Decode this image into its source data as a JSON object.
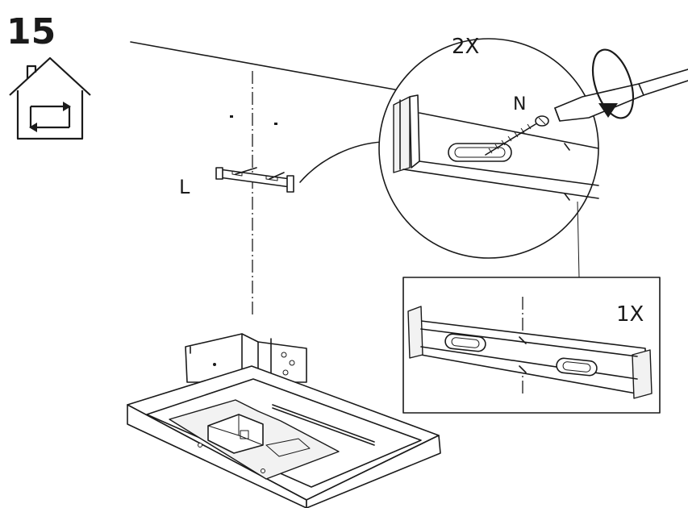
{
  "step": {
    "number": "15"
  },
  "labels": {
    "part_l": "L",
    "part_n": "N",
    "quantity_screws": "2X",
    "quantity_bracket": "1X"
  },
  "icons": {
    "step_icon": "indoor-house-icon",
    "tool": "screwdriver-icon",
    "rotation": "clockwise-arrow-icon"
  }
}
